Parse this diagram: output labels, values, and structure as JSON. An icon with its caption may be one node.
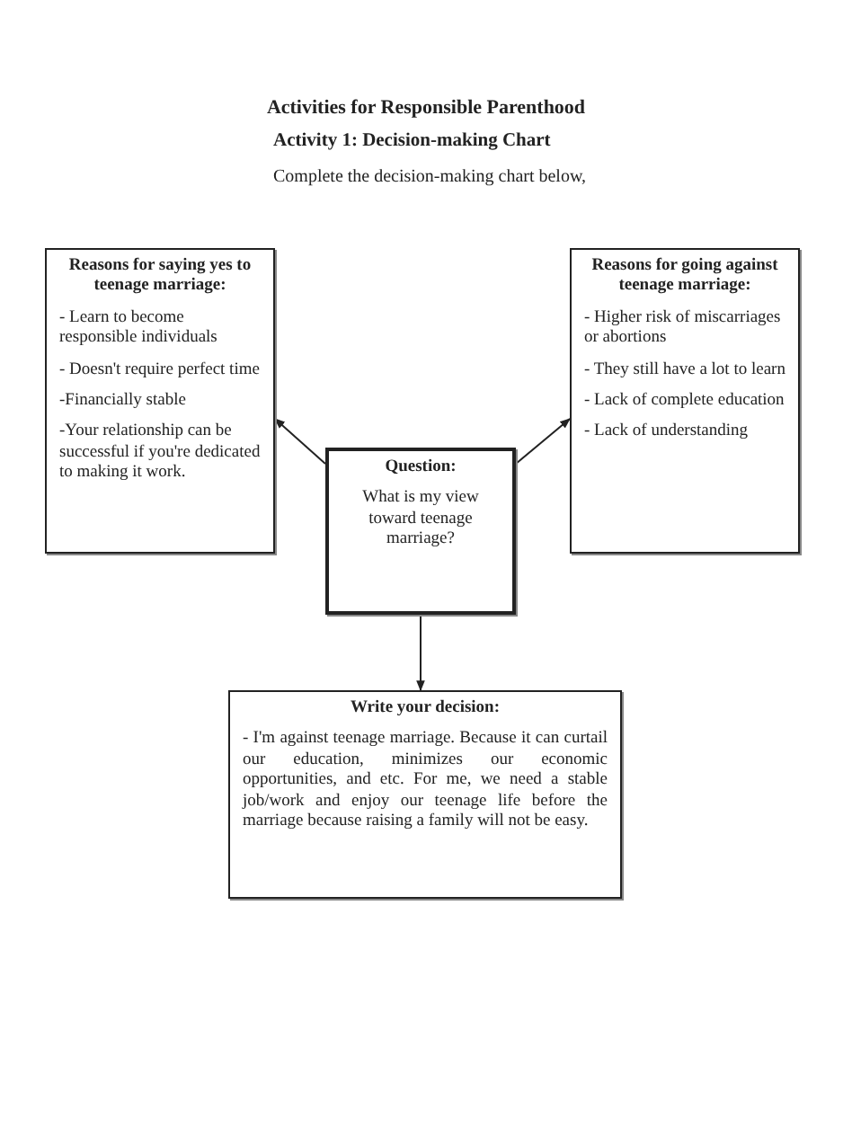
{
  "diagram": {
    "title": "Activities for Responsible Parenthood",
    "nodes": [
      {
        "text": [
          "Reasons for saying yes to teenage marriage:",
          "- Learn to become responsible individuals",
          "- Doesn't require perfect time",
          "-Financially stable",
          "-Your relationship can be successful if you're dedicated to making it work."
        ]
      },
      {
        "text": [
          "Question:",
          "What is my view toward teenage marriage?"
        ]
      },
      {
        "text": [
          "Reasons for going against teenage marriage:",
          "- Higher risk of miscarriages or abortions",
          "- They still have a lot to learn",
          "- Lack of complete education",
          "- Lack of understanding"
        ]
      },
      {
        "text": [
          "Write your decision:",
          "- I'm against teenage marriage. Because it can curtail our education, minimizes our economic opportunities, and etc. For me, we need a stable job/work and enjoy our teenage life before the marriage because raising a family will not be easy."
        ]
      }
    ],
    "edges": [
      {
        "from": 1,
        "to": 0,
        "arrow": "to"
      },
      {
        "from": 1,
        "to": 2,
        "arrow": "to"
      },
      {
        "from": 1,
        "to": 3,
        "arrow": "to"
      }
    ],
    "labels": [
      "Activity 1: Decision-making Chart",
      "Complete the decision-making chart below,"
    ]
  }
}
